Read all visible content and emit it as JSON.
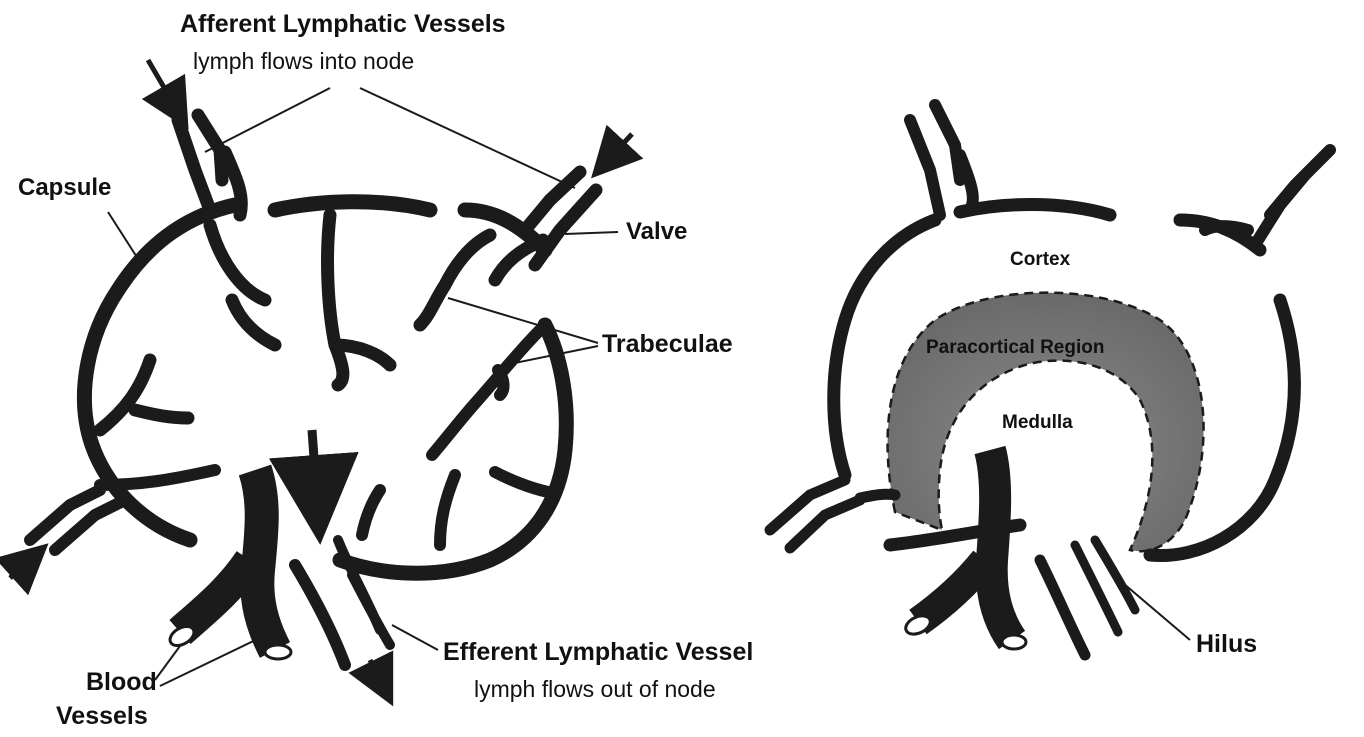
{
  "labels": {
    "afferent_title": "Afferent Lymphatic Vessels",
    "afferent_sub": "lymph flows into node",
    "capsule": "Capsule",
    "valve": "Valve",
    "trabeculae": "Trabeculae",
    "blood_vessels_line1": "Blood",
    "blood_vessels_line2": "Vessels",
    "efferent_title": "Efferent Lymphatic Vessel",
    "efferent_sub": "lymph flows out of node",
    "cortex": "Cortex",
    "paracortical": "Paracortical Region",
    "medulla": "Medulla",
    "hilus": "Hilus"
  },
  "colors": {
    "ink": "#1b1b1b",
    "paracortex_fill": "#7a7a7a",
    "background": "#ffffff"
  }
}
